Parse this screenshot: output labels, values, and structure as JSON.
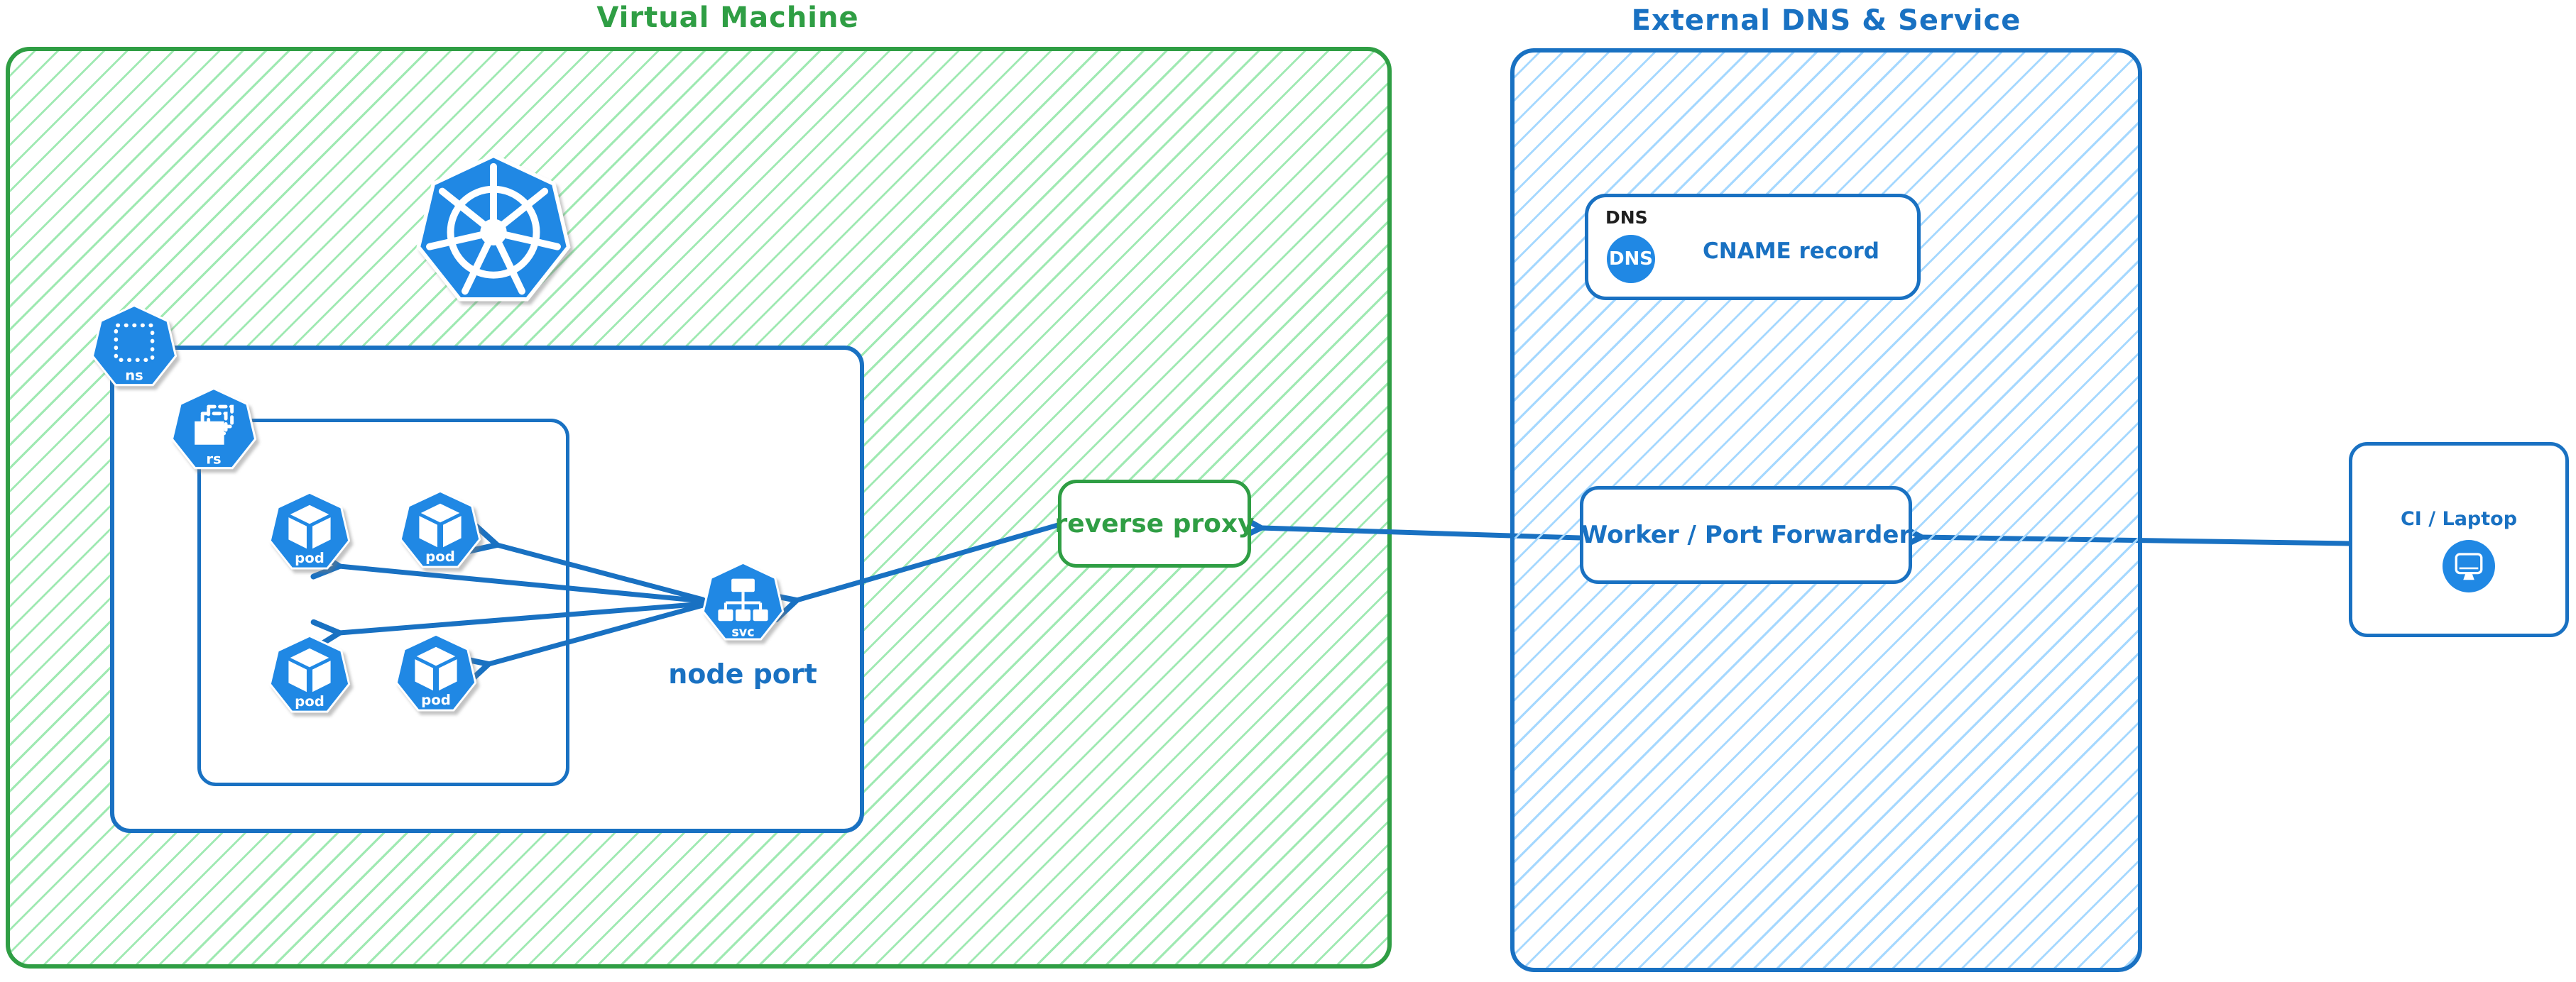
{
  "colors": {
    "green_border": "#2f9e44",
    "green_hatch": "#9fe9b2",
    "blue_border": "#1971c2",
    "blue_hatch": "#a5d8ff",
    "k8s_icon_blue": "#2088e4",
    "black_text": "#1e1e1e",
    "white": "#ffffff"
  },
  "vm": {
    "title": "Virtual Machine",
    "namespace_label": "ns",
    "replicaset_label": "rs",
    "pod_labels": [
      "pod",
      "pod",
      "pod",
      "pod"
    ],
    "service_label": "svc",
    "service_caption": "node port",
    "reverse_proxy_label": "reverse proxy"
  },
  "external": {
    "title": "External DNS & Service",
    "dns_tag": "DNS",
    "dns_icon_text": "DNS",
    "cname_label": "CNAME record",
    "worker_label": "Worker / Port Forwarder"
  },
  "client": {
    "label": "CI / Laptop"
  }
}
